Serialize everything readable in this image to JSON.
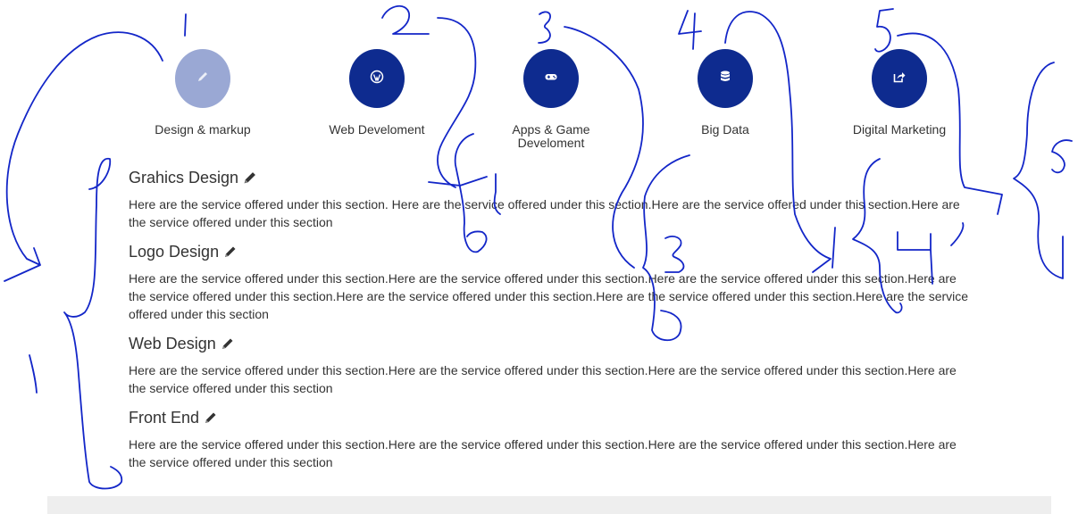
{
  "services": [
    {
      "label": "Design & markup",
      "icon": "pencil-icon",
      "dim": true
    },
    {
      "label": "Web Develoment",
      "icon": "wordpress-icon",
      "dim": false
    },
    {
      "label": "Apps & Game Develoment",
      "icon": "gamepad-icon",
      "dim": false
    },
    {
      "label": "Big Data",
      "icon": "database-icon",
      "dim": false
    },
    {
      "label": "Digital Marketing",
      "icon": "share-square-icon",
      "dim": false
    }
  ],
  "sections": [
    {
      "title": "Grahics Design",
      "icon": "pencil-icon",
      "text": "Here are the service offered under this section. Here are the service offered under this section.Here are the service offered under this section.Here are the service offered under this section"
    },
    {
      "title": "Logo Design",
      "icon": "pencil-icon",
      "text": "Here are the service offered under this section.Here are the service offered under this section.Here are the service offered under this section.Here are the service offered under this section.Here are the service offered under this section.Here are the service offered under this section.Here are the service offered under this section"
    },
    {
      "title": "Web Design",
      "icon": "pencil-icon",
      "text": "Here are the service offered under this section.Here are the service offered under this section.Here are the service offered under this section.Here are the service offered under this section"
    },
    {
      "title": "Front End",
      "icon": "pencil-icon",
      "text": "Here are the service offered under this section.Here are the service offered under this section.Here are the service offered under this section.Here are the service offered under this section"
    }
  ],
  "annotations": {
    "color": "#1326c8",
    "note": "hand-drawn blue marker strokes with numbers 1-5 and braces"
  },
  "colors": {
    "icon_circle": "#0e2b8f",
    "icon_circle_dim": "#9aa8d4",
    "text": "#333333",
    "footer": "#eeeeee"
  }
}
